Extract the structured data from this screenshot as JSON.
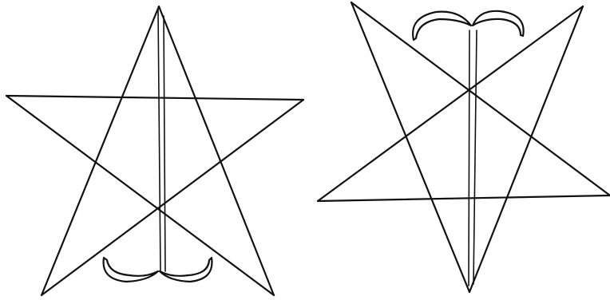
{
  "figures": [
    {
      "name": "upright-pentagram-with-anchor",
      "orientation": "upright"
    },
    {
      "name": "inverted-pentagram-with-anchor",
      "orientation": "inverted"
    }
  ]
}
